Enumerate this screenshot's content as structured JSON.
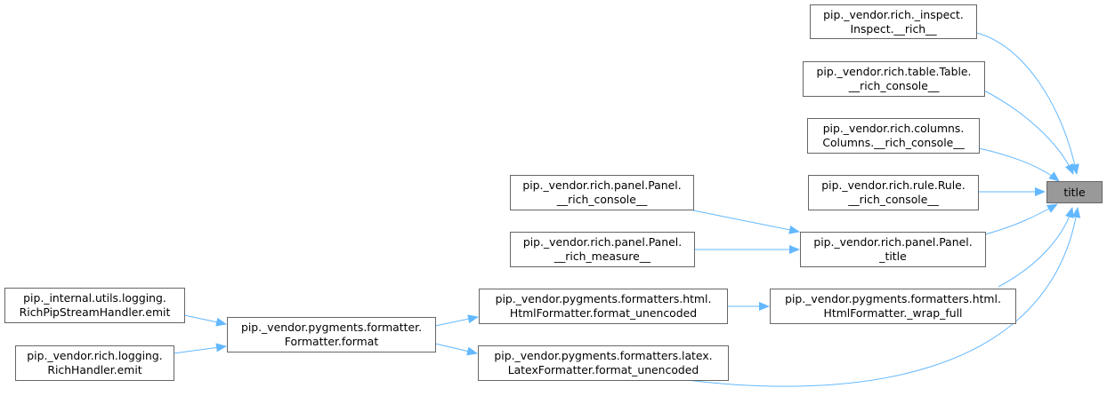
{
  "graph": {
    "nodes": {
      "title": {
        "lines": [
          "title"
        ]
      },
      "inspect": {
        "lines": [
          "pip._vendor.rich._inspect.",
          "Inspect.__rich__"
        ]
      },
      "table": {
        "lines": [
          "pip._vendor.rich.table.Table.",
          "__rich_console__"
        ]
      },
      "columns": {
        "lines": [
          "pip._vendor.rich.columns.",
          "Columns.__rich_console__"
        ]
      },
      "rule": {
        "lines": [
          "pip._vendor.rich.rule.Rule.",
          "__rich_console__"
        ]
      },
      "panel_title": {
        "lines": [
          "pip._vendor.rich.panel.Panel.",
          "_title"
        ]
      },
      "panel_console": {
        "lines": [
          "pip._vendor.rich.panel.Panel.",
          "__rich_console__"
        ]
      },
      "panel_measure": {
        "lines": [
          "pip._vendor.rich.panel.Panel.",
          "__rich_measure__"
        ]
      },
      "wrap_full": {
        "lines": [
          "pip._vendor.pygments.formatters.html.",
          "HtmlFormatter._wrap_full"
        ]
      },
      "html_unenc": {
        "lines": [
          "pip._vendor.pygments.formatters.html.",
          "HtmlFormatter.format_unencoded"
        ]
      },
      "latex_unenc": {
        "lines": [
          "pip._vendor.pygments.formatters.latex.",
          "LatexFormatter.format_unencoded"
        ]
      },
      "formatter": {
        "lines": [
          "pip._vendor.pygments.formatter.",
          "Formatter.format"
        ]
      },
      "richpip": {
        "lines": [
          "pip._internal.utils.logging.",
          "RichPipStreamHandler.emit"
        ]
      },
      "richhandler": {
        "lines": [
          "pip._vendor.rich.logging.",
          "RichHandler.emit"
        ]
      }
    },
    "edges": [
      [
        "inspect",
        "title"
      ],
      [
        "table",
        "title"
      ],
      [
        "columns",
        "title"
      ],
      [
        "rule",
        "title"
      ],
      [
        "panel_title",
        "title"
      ],
      [
        "wrap_full",
        "title"
      ],
      [
        "latex_unenc",
        "title"
      ],
      [
        "panel_console",
        "panel_title"
      ],
      [
        "panel_measure",
        "panel_title"
      ],
      [
        "html_unenc",
        "wrap_full"
      ],
      [
        "formatter",
        "html_unenc"
      ],
      [
        "formatter",
        "latex_unenc"
      ],
      [
        "richpip",
        "formatter"
      ],
      [
        "richhandler",
        "formatter"
      ]
    ],
    "colors": {
      "edge": "#63b8ff",
      "node_border": "#666666",
      "root_fill": "#999999"
    }
  }
}
